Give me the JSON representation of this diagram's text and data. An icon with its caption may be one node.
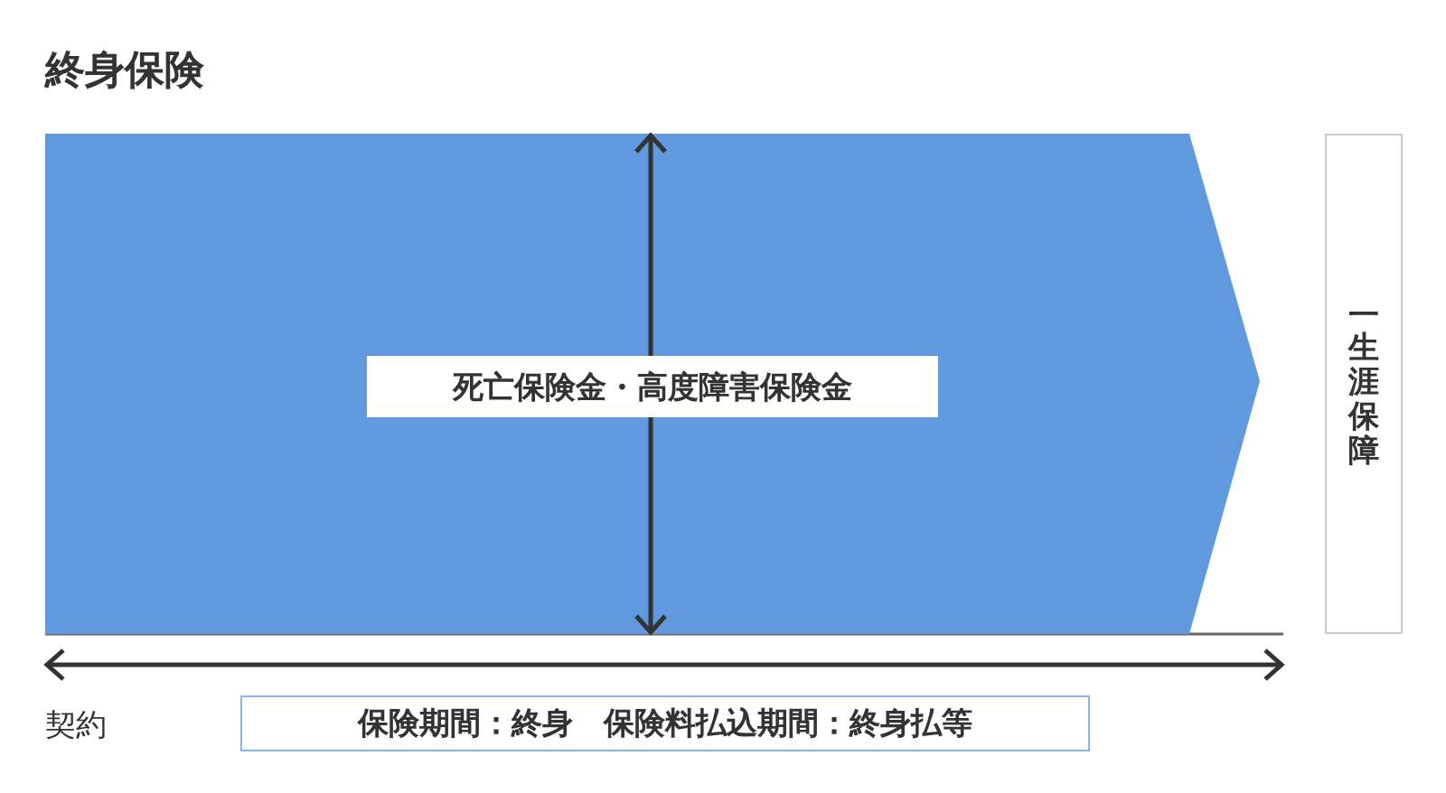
{
  "diagram": {
    "title": "終身保険",
    "nodes": [
      {
        "text": [],
        "shape": "arrow"
      },
      {
        "text": [
          "死亡保険金・高度障害保険金"
        ],
        "in": 0
      },
      {
        "text": [
          "一生涯保障"
        ]
      },
      {
        "text": [
          "保険期間：終身　保険料払込期間：終身払等"
        ]
      }
    ],
    "edges": [],
    "labels": [
      "契約"
    ]
  }
}
